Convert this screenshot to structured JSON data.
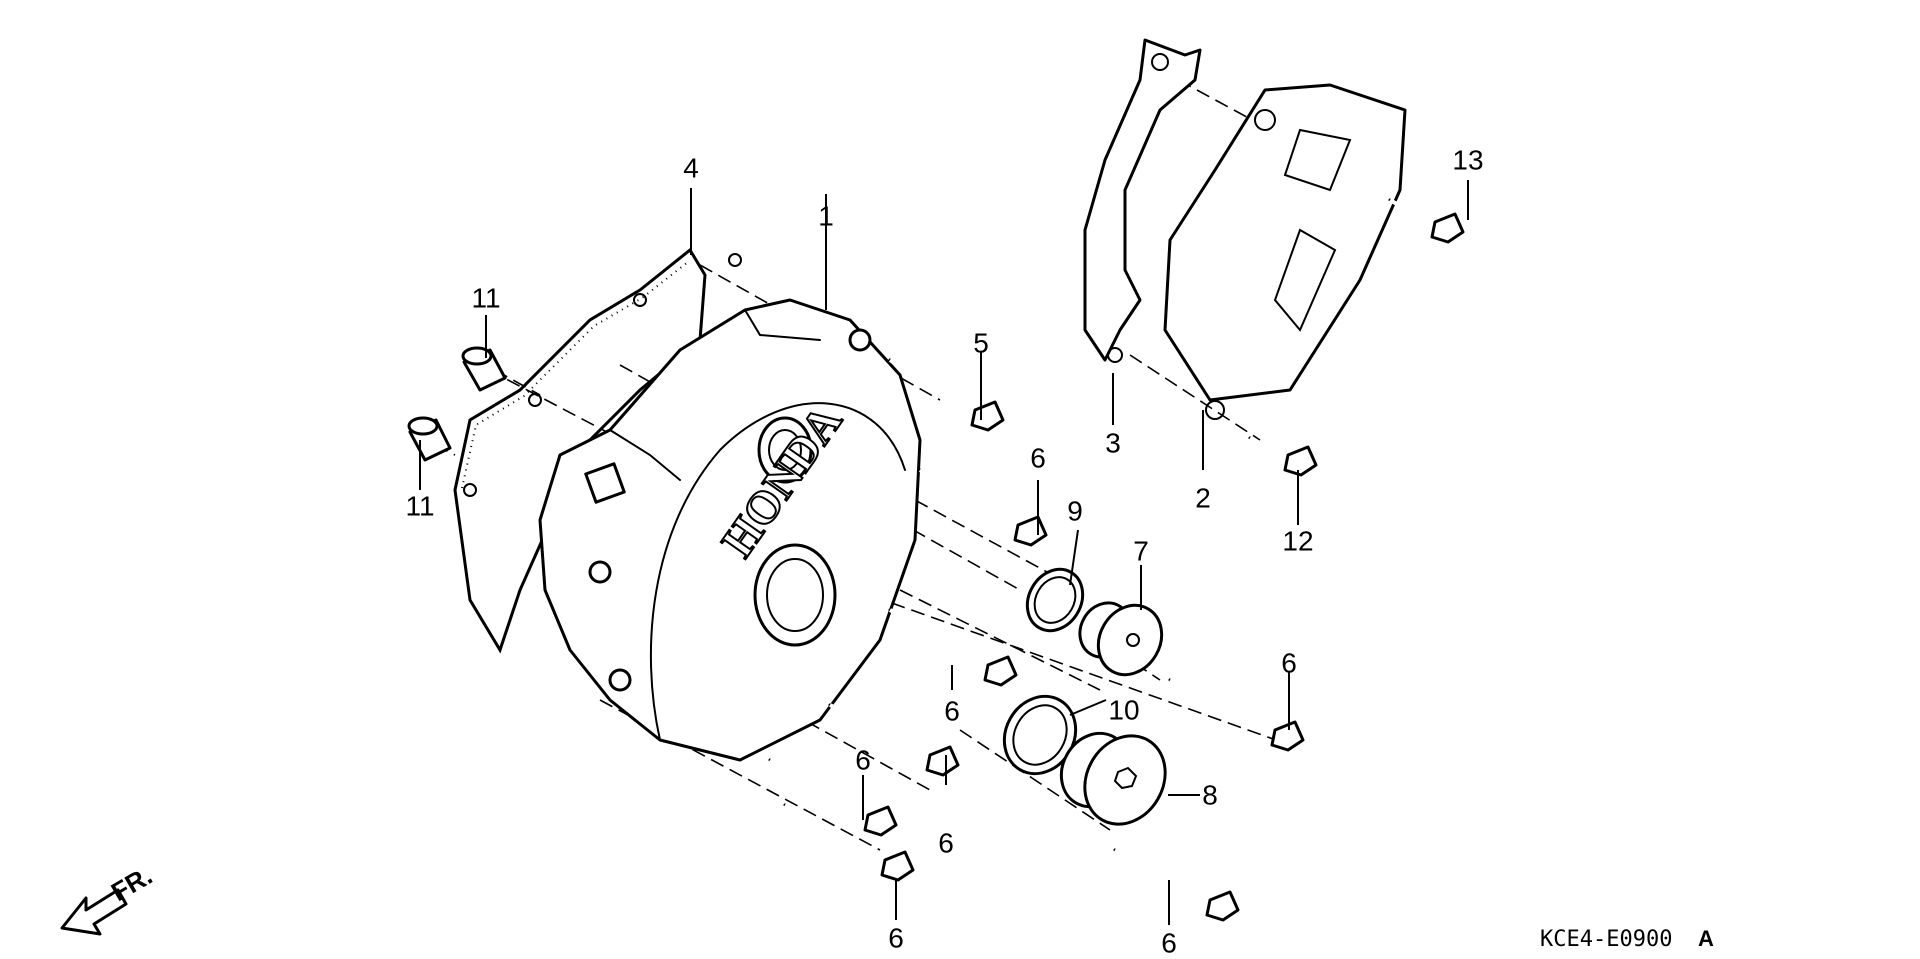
{
  "callouts": {
    "c1": "1",
    "c2": "2",
    "c3": "3",
    "c4": "4",
    "c5": "5",
    "c6a": "6",
    "c6b": "6",
    "c6c": "6",
    "c6d": "6",
    "c6e": "6",
    "c6f": "6",
    "c6g": "6",
    "c7": "7",
    "c8": "8",
    "c9": "9",
    "c10": "10",
    "c11a": "11",
    "c11b": "11",
    "c12": "12",
    "c13": "13"
  },
  "cover_emboss": "HONDA",
  "front_indicator": "FR.",
  "drawing_code": "KCE4-E0900",
  "drawing_code_suffix": "A",
  "colors": {
    "ink": "#000000",
    "paper": "#ffffff"
  }
}
